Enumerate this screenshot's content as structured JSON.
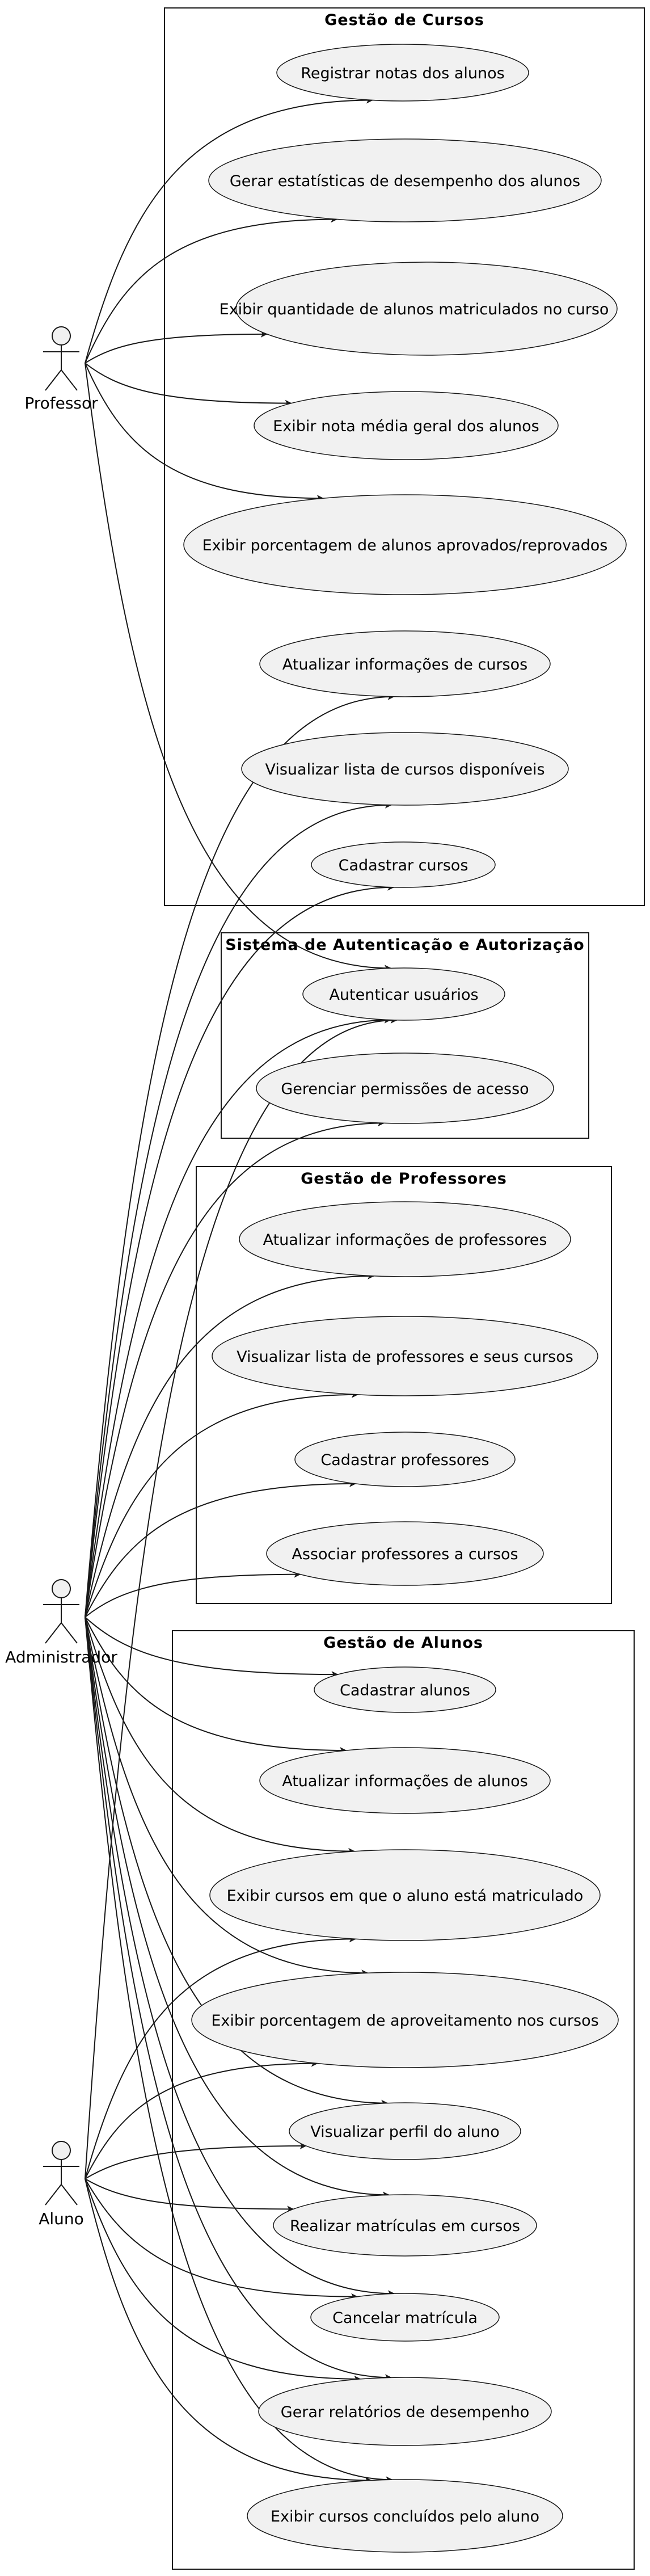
{
  "colors": {
    "line": "#181818",
    "usecase_fill": "#f1f1f1",
    "background": "#ffffff"
  },
  "packages": [
    {
      "id": "cursos",
      "title": "Gestão de Cursos"
    },
    {
      "id": "auth",
      "title": "Sistema de Autenticação e Autorização"
    },
    {
      "id": "professores",
      "title": "Gestão de Professores"
    },
    {
      "id": "alunos",
      "title": "Gestão de Alunos"
    }
  ],
  "actors": [
    {
      "id": "professor",
      "label": "Professor"
    },
    {
      "id": "administrador",
      "label": "Administrador"
    },
    {
      "id": "aluno",
      "label": "Aluno"
    }
  ],
  "usecases": [
    {
      "id": "registrar_notas",
      "label": "Registrar notas dos alunos",
      "package": "cursos"
    },
    {
      "id": "gerar_estatisticas",
      "label": "Gerar estatísticas de desempenho dos alunos",
      "package": "cursos"
    },
    {
      "id": "exibir_qtd_alunos",
      "label": "Exibir quantidade de alunos matriculados no curso",
      "package": "cursos"
    },
    {
      "id": "exibir_nota_media",
      "label": "Exibir nota média geral dos alunos",
      "package": "cursos"
    },
    {
      "id": "exibir_porcentagem_aprov",
      "label": "Exibir porcentagem de alunos aprovados/reprovados",
      "package": "cursos"
    },
    {
      "id": "atualizar_cursos",
      "label": "Atualizar informações de cursos",
      "package": "cursos"
    },
    {
      "id": "visualizar_cursos",
      "label": "Visualizar lista de cursos disponíveis",
      "package": "cursos"
    },
    {
      "id": "cadastrar_cursos",
      "label": "Cadastrar cursos",
      "package": "cursos"
    },
    {
      "id": "autenticar",
      "label": "Autenticar usuários",
      "package": "auth"
    },
    {
      "id": "gerenciar_permissoes",
      "label": "Gerenciar permissões de acesso",
      "package": "auth"
    },
    {
      "id": "atualizar_professores",
      "label": "Atualizar informações de professores",
      "package": "professores"
    },
    {
      "id": "visualizar_professores",
      "label": "Visualizar lista de professores e seus cursos",
      "package": "professores"
    },
    {
      "id": "cadastrar_professores",
      "label": "Cadastrar professores",
      "package": "professores"
    },
    {
      "id": "associar_professores",
      "label": "Associar professores a cursos",
      "package": "professores"
    },
    {
      "id": "cadastrar_alunos",
      "label": "Cadastrar alunos",
      "package": "alunos"
    },
    {
      "id": "atualizar_alunos",
      "label": "Atualizar informações de alunos",
      "package": "alunos"
    },
    {
      "id": "exibir_cursos_matriculado",
      "label": "Exibir cursos em que o aluno está matriculado",
      "package": "alunos"
    },
    {
      "id": "exibir_aproveitamento",
      "label": "Exibir porcentagem de aproveitamento nos cursos",
      "package": "alunos"
    },
    {
      "id": "visualizar_perfil",
      "label": "Visualizar perfil do aluno",
      "package": "alunos"
    },
    {
      "id": "realizar_matriculas",
      "label": "Realizar matrículas em cursos",
      "package": "alunos"
    },
    {
      "id": "cancelar_matricula",
      "label": "Cancelar matrícula",
      "package": "alunos"
    },
    {
      "id": "gerar_relatorios",
      "label": "Gerar relatórios de desempenho",
      "package": "alunos"
    },
    {
      "id": "exibir_concluidos",
      "label": "Exibir cursos concluídos pelo aluno",
      "package": "alunos"
    }
  ],
  "associations": [
    {
      "from": "professor",
      "to": "registrar_notas"
    },
    {
      "from": "professor",
      "to": "gerar_estatisticas"
    },
    {
      "from": "professor",
      "to": "exibir_qtd_alunos"
    },
    {
      "from": "professor",
      "to": "exibir_nota_media"
    },
    {
      "from": "professor",
      "to": "exibir_porcentagem_aprov"
    },
    {
      "from": "professor",
      "to": "autenticar"
    },
    {
      "from": "administrador",
      "to": "atualizar_cursos"
    },
    {
      "from": "administrador",
      "to": "visualizar_cursos"
    },
    {
      "from": "administrador",
      "to": "cadastrar_cursos"
    },
    {
      "from": "administrador",
      "to": "autenticar"
    },
    {
      "from": "administrador",
      "to": "gerenciar_permissoes"
    },
    {
      "from": "administrador",
      "to": "atualizar_professores"
    },
    {
      "from": "administrador",
      "to": "visualizar_professores"
    },
    {
      "from": "administrador",
      "to": "cadastrar_professores"
    },
    {
      "from": "administrador",
      "to": "associar_professores"
    },
    {
      "from": "administrador",
      "to": "cadastrar_alunos"
    },
    {
      "from": "administrador",
      "to": "atualizar_alunos"
    },
    {
      "from": "administrador",
      "to": "exibir_cursos_matriculado"
    },
    {
      "from": "administrador",
      "to": "exibir_aproveitamento"
    },
    {
      "from": "administrador",
      "to": "visualizar_perfil"
    },
    {
      "from": "administrador",
      "to": "realizar_matriculas"
    },
    {
      "from": "administrador",
      "to": "cancelar_matricula"
    },
    {
      "from": "administrador",
      "to": "gerar_relatorios"
    },
    {
      "from": "administrador",
      "to": "exibir_concluidos"
    },
    {
      "from": "aluno",
      "to": "autenticar"
    },
    {
      "from": "aluno",
      "to": "exibir_cursos_matriculado"
    },
    {
      "from": "aluno",
      "to": "exibir_aproveitamento"
    },
    {
      "from": "aluno",
      "to": "visualizar_perfil"
    },
    {
      "from": "aluno",
      "to": "realizar_matriculas"
    },
    {
      "from": "aluno",
      "to": "cancelar_matricula"
    },
    {
      "from": "aluno",
      "to": "gerar_relatorios"
    },
    {
      "from": "aluno",
      "to": "exibir_concluidos"
    }
  ]
}
